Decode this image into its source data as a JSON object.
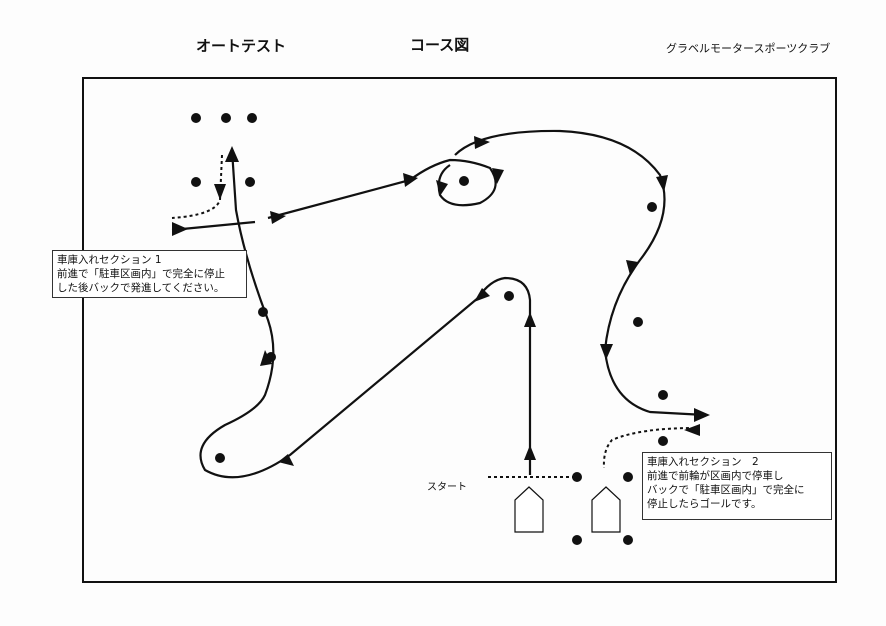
{
  "header": {
    "left_title": "オートテスト",
    "center_title": "コース図",
    "organization": "グラベルモータースポーツクラブ"
  },
  "section1": {
    "title": "車庫入れセクション 1",
    "line1": "前進で「駐車区画内」で完全に停止",
    "line2": "した後バックで発進してください。"
  },
  "section2": {
    "title": "車庫入れセクション　2",
    "line1": "前進で前輪が区画内で停車し",
    "line2": "バックで「駐車区画内」で完全に",
    "line3": "停止したらゴールです。"
  },
  "start_label": "スタート"
}
